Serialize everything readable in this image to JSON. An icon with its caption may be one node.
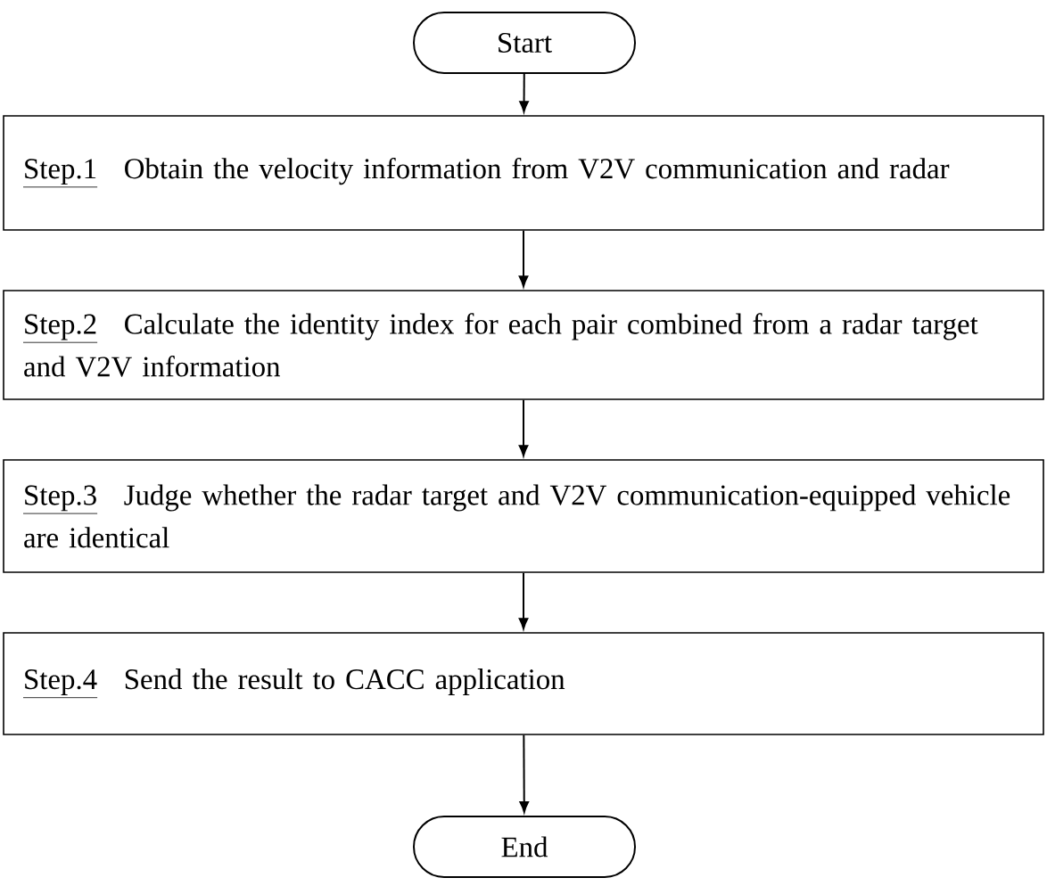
{
  "diagram": {
    "nodes": [
      {
        "text": [
          "Start"
        ]
      },
      {
        "text": [
          "Step.1",
          "Obtain the velocity information from V2V communication and radar"
        ]
      },
      {
        "text": [
          "Step.2",
          "Calculate the identity index for each pair combined from a radar target and V2V information"
        ]
      },
      {
        "text": [
          "Step.3",
          "Judge whether the radar target and V2V communication-equipped vehicle are identical"
        ]
      },
      {
        "text": [
          "Step.4",
          "Send the result to  CACC application"
        ]
      },
      {
        "text": [
          "End"
        ]
      }
    ],
    "edges": [
      {
        "from": 0,
        "to": 1,
        "arrow": "to"
      },
      {
        "from": 1,
        "to": 2,
        "arrow": "to"
      },
      {
        "from": 2,
        "to": 3,
        "arrow": "to"
      },
      {
        "from": 3,
        "to": 4,
        "arrow": "to"
      },
      {
        "from": 4,
        "to": 5,
        "arrow": "to"
      }
    ]
  }
}
